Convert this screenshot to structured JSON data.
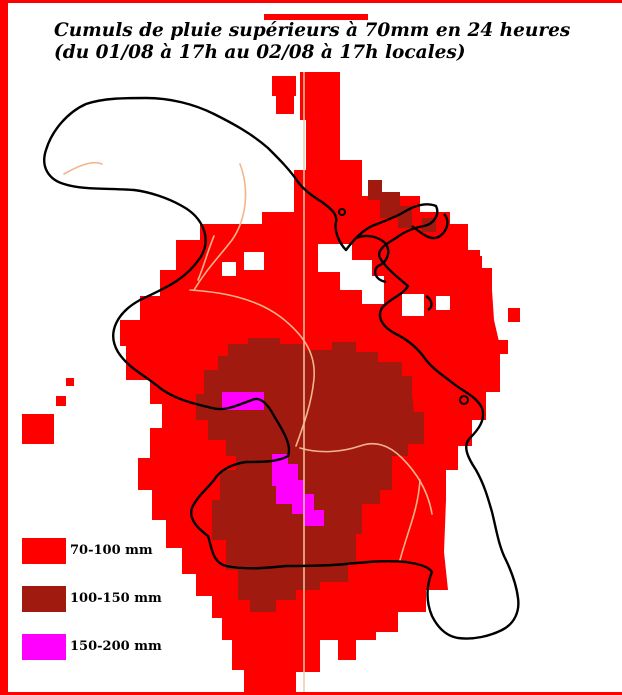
{
  "title": {
    "line1": "Cumuls de pluie supérieurs à 70mm en 24 heures",
    "line2": "(du 01/08 à 17h au 02/08 à 17h locales)"
  },
  "legend": [
    {
      "label": "70-100 mm",
      "color": "#ff0000"
    },
    {
      "label": "100-150 mm",
      "color": "#a01a10"
    },
    {
      "label": "150-200 mm",
      "color": "#ff00ff"
    }
  ],
  "colors": {
    "rain_70_100": "#ff0000",
    "rain_100_150": "#a01a10",
    "rain_150_200": "#ff00ff",
    "coastline": "#000000",
    "rivers": "#f4b48c",
    "meridian": "#f0c8a8",
    "frame": "#ff0000"
  }
}
